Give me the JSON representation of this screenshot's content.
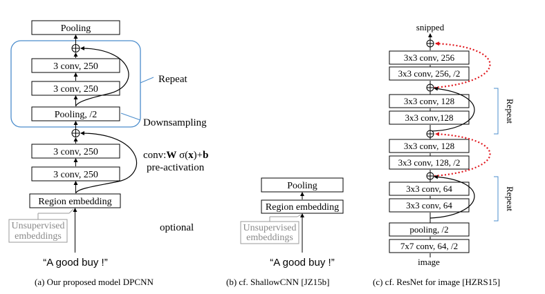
{
  "dpcnn": {
    "pooling_top": "Pooling",
    "conv_a1": "3 conv, 250",
    "conv_a2": "3 conv, 250",
    "pooling_half": "Pooling, /2",
    "repeat": "Repeat",
    "downsampling": "Downsampling",
    "conv_b1": "3 conv, 250",
    "conv_b2": "3 conv, 250",
    "conv_label_prefix": "conv:",
    "conv_label_W": "W",
    "conv_label_sigma": "σ(",
    "conv_label_x": "x",
    "conv_label_plus": ")+",
    "conv_label_b": "b",
    "preactivation": "pre-activation",
    "region_embedding": "Region embedding",
    "unsup_line1": "Unsupervised",
    "unsup_line2": "embeddings",
    "optional": "optional",
    "input_text": "“A good buy !”",
    "caption": "(a)  Our proposed model DPCNN"
  },
  "shallow": {
    "pooling": "Pooling",
    "region_embedding": "Region embedding",
    "unsup_line1": "Unsupervised",
    "unsup_line2": "embeddings",
    "input_text": "“A good buy !”",
    "caption": "(b)  cf. ShallowCNN [JZ15b]"
  },
  "resnet": {
    "snipped": "snipped",
    "c1": "3x3 conv, 256",
    "c2": "3x3 conv, 256, /2",
    "c3": "3x3 conv, 128",
    "c4": "3x3 conv,128",
    "c5": "3x3 conv, 128",
    "c6": "3x3 conv, 128, /2",
    "c7": "3x3 conv, 64",
    "c8": "3x3 conv, 64",
    "pooling": "pooling, /2",
    "c9": "7x7 conv, 64, /2",
    "image": "image",
    "repeat_upper": "Repeat",
    "repeat_lower": "Repeat",
    "caption": "(c)  cf. ResNet for image [HZRS15]"
  },
  "colors": {
    "repeat_box": "#4a8ccc",
    "dotted_red": "#e0151b",
    "grey_text": "#8a8a8a"
  },
  "icons": {
    "adder": "circled-plus-icon"
  }
}
